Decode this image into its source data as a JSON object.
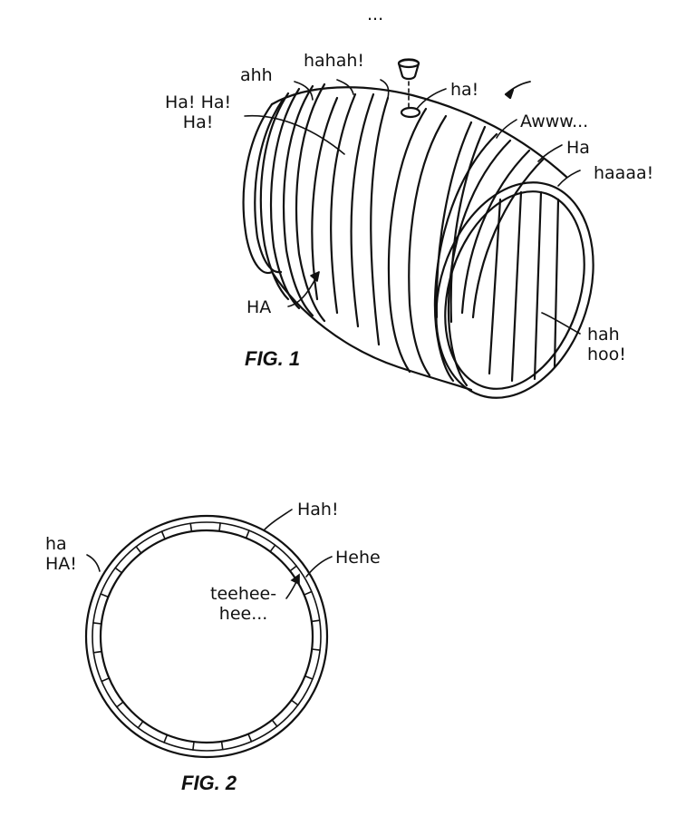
{
  "figures": {
    "fig1": {
      "caption": "FIG. 1",
      "labels": {
        "ellipsis": "...",
        "hahah": "hahah!",
        "ahh": "ahh",
        "haha": "Ha! Ha!\nHa!",
        "ha_small": "ha!",
        "awww": "Awww...",
        "ha_cap": "Ha",
        "haaaa": "haaaa!",
        "HA": "HA",
        "hahhoo": "hah\nhoo!"
      }
    },
    "fig2": {
      "caption": "FIG. 2",
      "labels": {
        "hah": "Hah!",
        "haHA": "ha\nHA!",
        "hehe": "Hehe",
        "teehee": "teehee-\nhee..."
      }
    }
  },
  "colors": {
    "ink": "#111111",
    "paper": "#ffffff"
  }
}
